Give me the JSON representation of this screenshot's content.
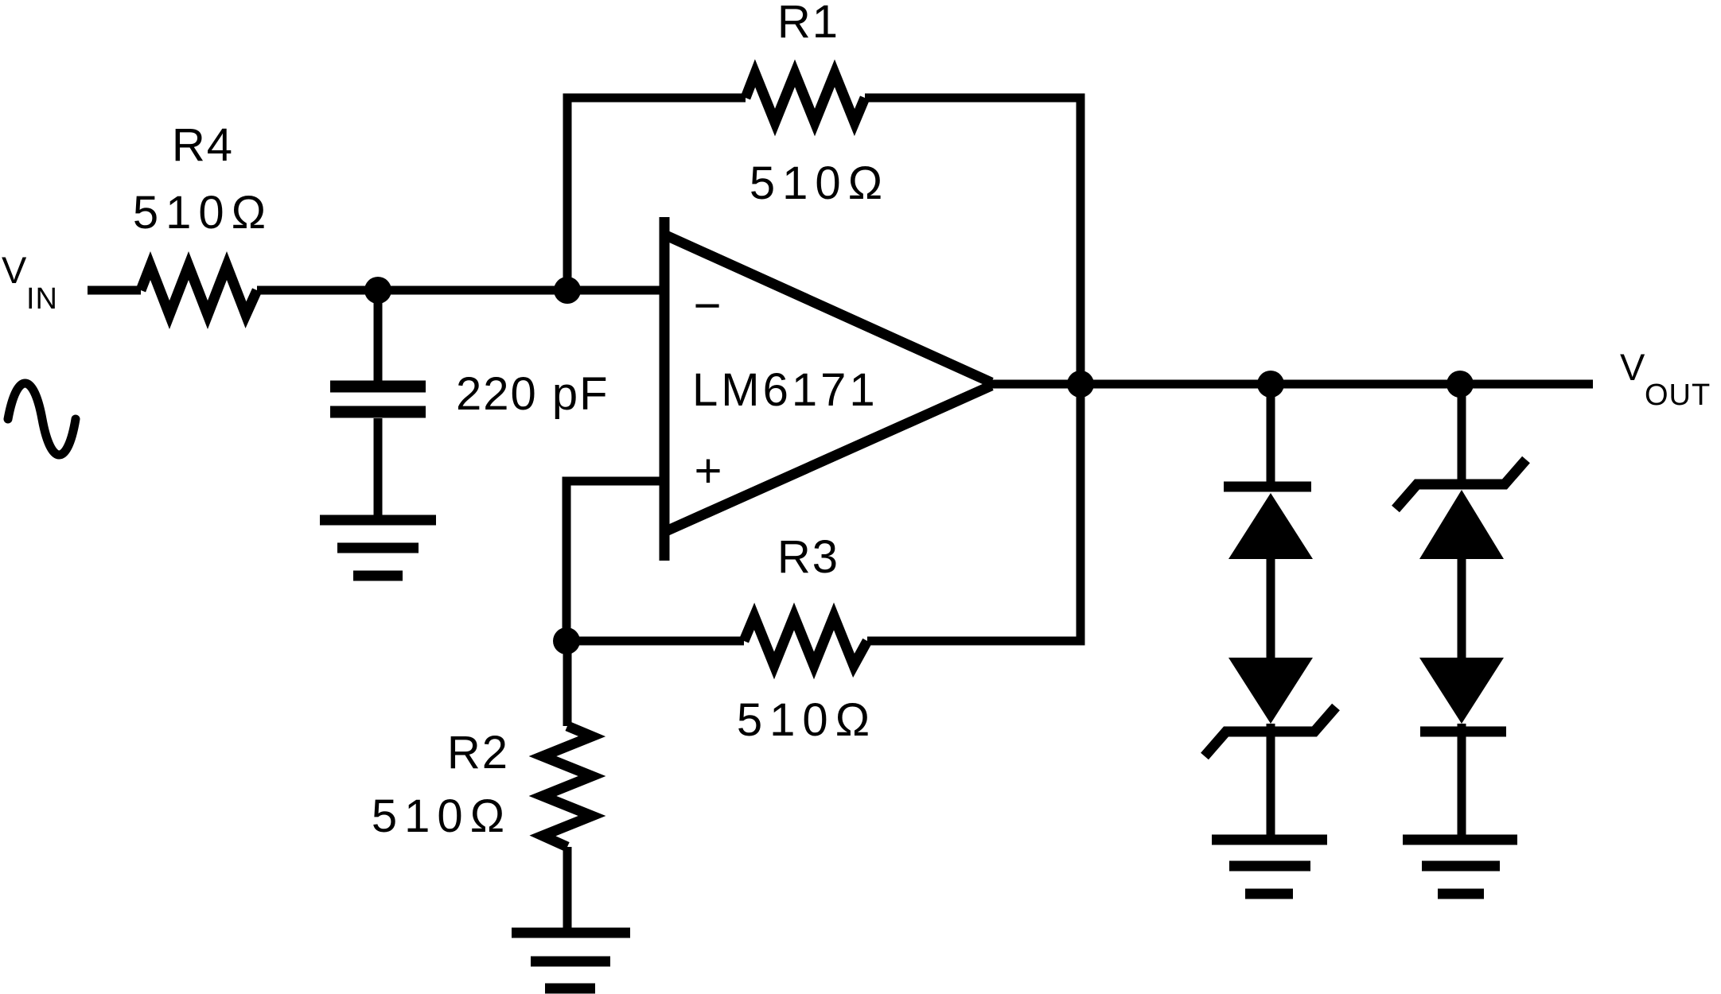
{
  "diagram_type": "op-amp circuit schematic",
  "colors": {
    "ink": "#000000",
    "background": "#ffffff"
  },
  "ports": {
    "vin": {
      "main": "V",
      "sub": "IN"
    },
    "vout": {
      "main": "V",
      "sub": "OUT"
    }
  },
  "source": {
    "waveform": "sine"
  },
  "opamp": {
    "part": "LM6171",
    "inverting_sign": "−",
    "noninverting_sign": "+"
  },
  "resistors": {
    "r1": {
      "name": "R1",
      "value": "510Ω"
    },
    "r2": {
      "name": "R2",
      "value": "510Ω"
    },
    "r3": {
      "name": "R3",
      "value": "510Ω"
    },
    "r4": {
      "name": "R4",
      "value": "510Ω"
    }
  },
  "capacitor": {
    "value": "220 pF"
  },
  "diodes": {
    "branch1": {
      "top": "diode",
      "bottom": "zener"
    },
    "branch2": {
      "top": "zener",
      "bottom": "diode"
    }
  }
}
